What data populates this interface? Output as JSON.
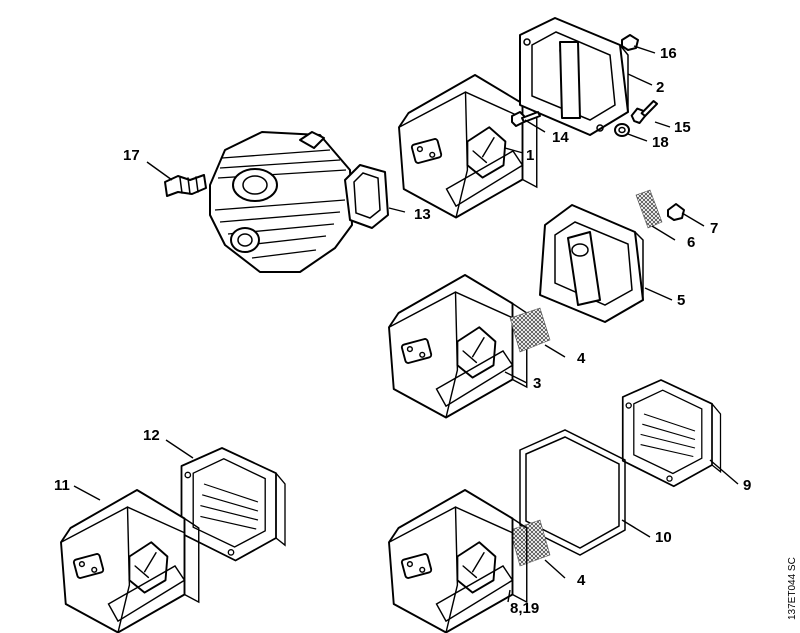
{
  "callouts": {
    "p1": "1",
    "p2": "2",
    "p3": "3",
    "p4a": "4",
    "p4b": "4",
    "p5": "5",
    "p6": "6",
    "p7": "7",
    "p8_19": "8,19",
    "p9": "9",
    "p10": "10",
    "p11": "11",
    "p12": "12",
    "p13": "13",
    "p14": "14",
    "p15": "15",
    "p16": "16",
    "p17": "17",
    "p18": "18"
  },
  "drawing_code": "137ET044 SC",
  "colors": {
    "line": "#000000",
    "background": "#ffffff"
  }
}
